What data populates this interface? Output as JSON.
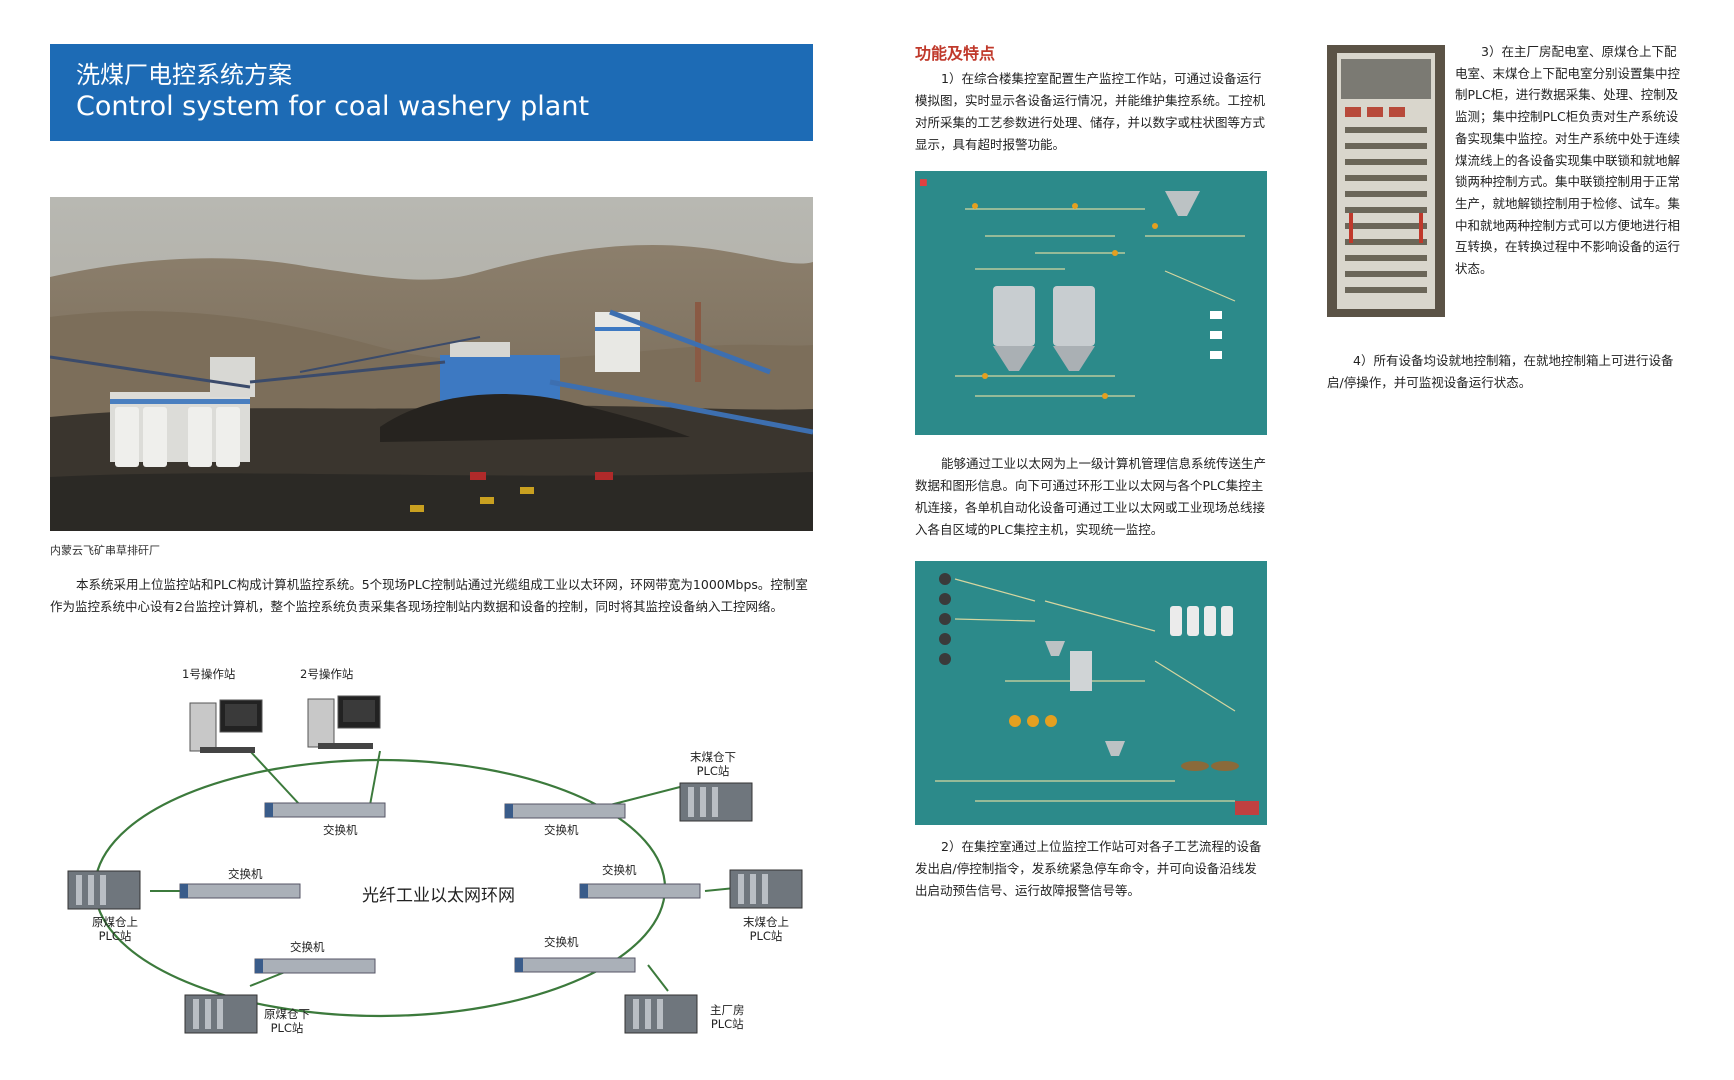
{
  "header": {
    "title_cn": "洗煤厂电控系统方案",
    "title_en": "Control system for coal washery plant"
  },
  "photo": {
    "caption": "内蒙云飞矿串草排矸厂"
  },
  "intro": "本系统采用上位监控站和PLC构成计算机监控系统。5个现场PLC控制站通过光缆组成工业以太环网，环网带宽为1000Mbps。控制室作为监控系统中心设有2台监控计算机，整个监控系统负责采集各现场控制站内数据和设备的控制，同时将其监控设备纳入工控网络。",
  "network": {
    "ring_label": "光纤工业以太网环网",
    "operator_station_1": "1号操作站",
    "operator_station_2": "2号操作站",
    "switch_label": "交换机",
    "plc_end_coal_lower": [
      "末煤仓下",
      "PLC站"
    ],
    "plc_raw_coal_upper": [
      "原煤仓上",
      "PLC站"
    ],
    "plc_end_coal_upper": [
      "末煤仓上",
      "PLC站"
    ],
    "plc_raw_coal_lower": [
      "原煤仓下",
      "PLC站"
    ],
    "plc_main_plant": [
      "主厂房",
      "PLC站"
    ]
  },
  "features": {
    "title": "功能及特点",
    "point1": "1）在综合楼集控室配置生产监控工作站，可通过设备运行模拟图，实时显示各设备运行情况，并能维护集控系统。工控机对所采集的工艺参数进行处理、储存，并以数字或柱状图等方式显示，具有超时报警功能。",
    "ethernet": "能够通过工业以太网为上一级计算机管理信息系统传送生产数据和图形信息。向下可通过环形工业以太网与各个PLC集控主机连接，各单机自动化设备可通过工业以太网或工业现场总线接入各自区域的PLC集控主机，实现统一监控。",
    "point2": "2）在集控室通过上位监控工作站可对各子工艺流程的设备发出启/停控制指令，发系统紧急停车命令，并可向设备沿线发出启动预告信号、运行故障报警信号等。",
    "point3": "3）在主厂房配电室、原煤仓上下配电室、末煤仓上下配电室分别设置集中控制PLC柜，进行数据采集、处理、控制及监测；集中控制PLC柜负责对生产系统设备实现集中监控。对生产系统中处于连续煤流线上的各设备实现集中联锁和就地解锁两种控制方式。集中联锁控制用于正常生产，就地解锁控制用于检修、试车。集中和就地两种控制方式可以方便地进行相互转换，在转换过程中不影响设备的运行状态。",
    "point4": "4）所有设备均设就地控制箱，在就地控制箱上可进行设备启/停操作，并可监视设备运行状态。"
  },
  "colors": {
    "title_bg": "#1d6bb5",
    "feature_title": "#c0392b",
    "scada_bg": "#2c8a8a",
    "ring": "#3c7a3c"
  }
}
